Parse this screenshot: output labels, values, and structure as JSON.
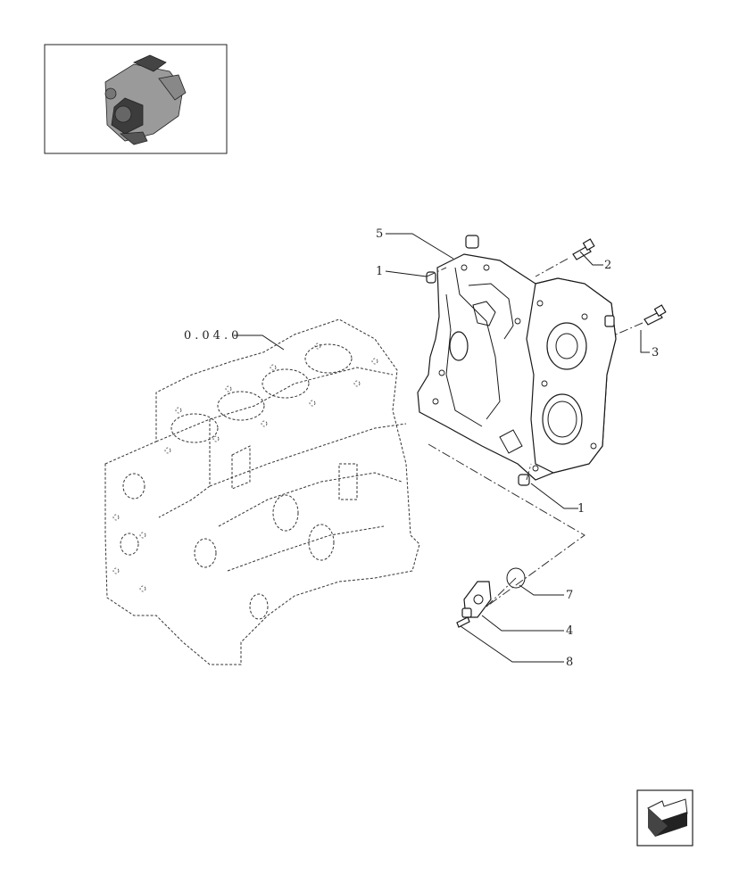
{
  "reference_label": "0.04.0",
  "callouts": {
    "c1_top": "1",
    "c2": "2",
    "c3": "3",
    "c5": "5",
    "c1_bottom": "1",
    "c7": "7",
    "c4": "4",
    "c8": "8"
  },
  "icons": {
    "thumbnail": "engine-thumbnail-icon",
    "nav": "next-page-arrow-icon"
  }
}
